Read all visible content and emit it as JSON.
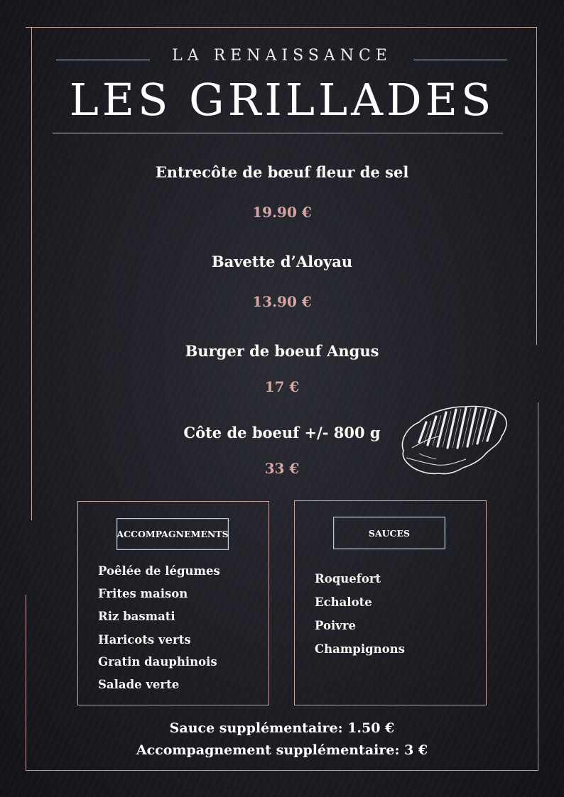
{
  "header": {
    "subtitle": "LA RENAISSANCE",
    "title": "LES GRILLADES"
  },
  "menu_items": [
    {
      "name": "Entrecôte de bœuf fleur de sel",
      "price": "19.90  €"
    },
    {
      "name": "Bavette d’Aloyau",
      "price": "13.90 €"
    },
    {
      "name": "Burger de boeuf Angus",
      "price": "17 €"
    },
    {
      "name": "Côte de boeuf +/- 800 g",
      "price": "33 €"
    }
  ],
  "illustration": {
    "icon": "steak-icon"
  },
  "accompagnements": {
    "label": "ACCOMPAGNEMENTS",
    "items": [
      "Poêlée de légumes",
      "Frites maison",
      "Riz basmati",
      "Haricots verts",
      "Gratin dauphinois",
      "Salade verte"
    ]
  },
  "sauces": {
    "label": "SAUCES",
    "items": [
      "Roquefort",
      "Echalote",
      "Poivre",
      "Champignons"
    ]
  },
  "footer": {
    "line1": "Sauce supplémentaire: 1.50 €",
    "line2": "Accompagnement supplémentaire: 3 €"
  },
  "colors": {
    "background": "#1d1e24",
    "frame_pink": "#c9a3a0",
    "rule_blue": "#b9cbd8",
    "price_pink": "#d7a6a5",
    "text": "#ffffff"
  }
}
